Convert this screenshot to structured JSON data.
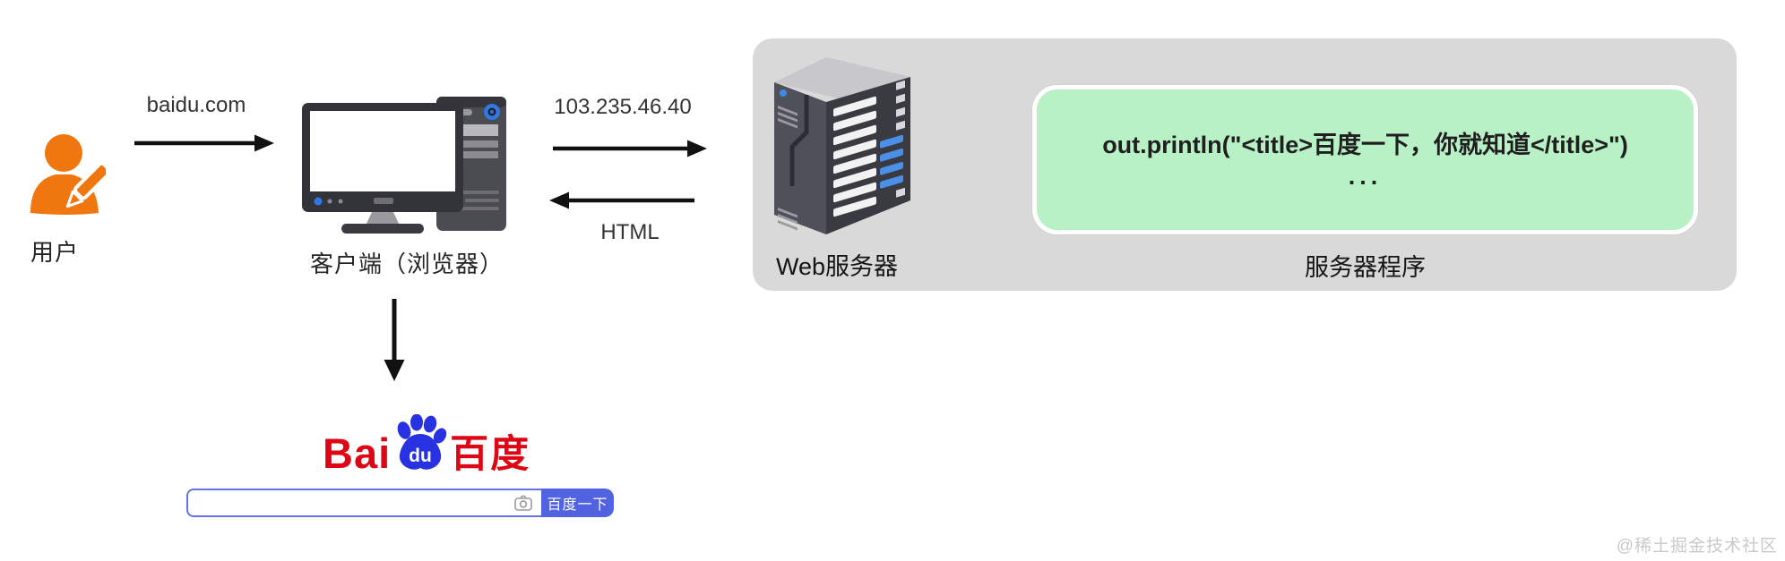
{
  "user": {
    "label": "用户"
  },
  "flow": {
    "request_domain": "baidu.com",
    "request_ip": "103.235.46.40",
    "response": "HTML"
  },
  "client": {
    "label": "客户端（浏览器）"
  },
  "server_panel": {
    "web_server_label": "Web服务器",
    "program_label": "服务器程序",
    "code": {
      "line1": "out.println(\"<title>百度一下，你就知道</title>\")",
      "line2": "..."
    }
  },
  "baidu": {
    "logo_bai": "Bai",
    "logo_du": "du",
    "logo_cn": "百度",
    "search_value": "",
    "search_button_label": "百度一下"
  },
  "watermark": "@稀土掘金技术社区",
  "colors": {
    "person_orange": "#f0770f",
    "panel_gray": "#d9d9d9",
    "code_green": "#b9f1c6",
    "baidu_red": "#de0614",
    "baidu_blue": "#2932e1",
    "search_button_blue": "#5263e2",
    "server_slat_blue": "#4a90e8",
    "arrow_black": "#111111"
  }
}
